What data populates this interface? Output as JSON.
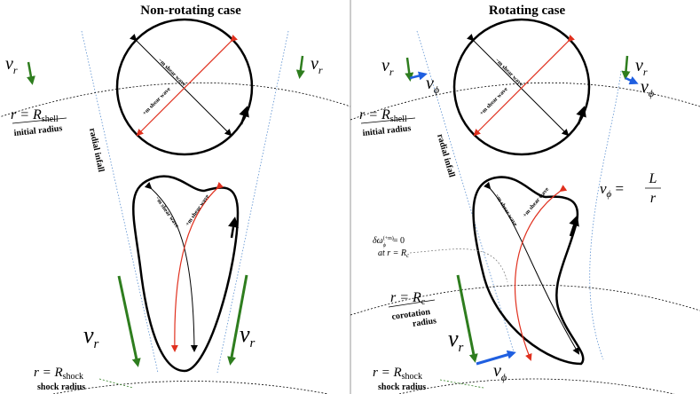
{
  "panels": [
    {
      "title": "Non-rotating case",
      "velocity_labels": [
        "v",
        "r"
      ],
      "shell_label": "r = R",
      "shell_sub": "shell",
      "initial_radius": "initial radius",
      "infall": "radial infall",
      "wave_minus": "−m shear wave",
      "wave_plus": "+m shear wave",
      "shock_label": "r = R",
      "shock_sub": "shock",
      "shock_radius": "shock radius"
    },
    {
      "title": "Rotating case",
      "velocity_r": "v",
      "velocity_phi": "v",
      "sub_r": "r",
      "sub_phi": "ϕ",
      "shell_label": "r = R",
      "shell_sub": "shell",
      "initial_radius": "initial radius",
      "infall": "radial infall",
      "wave_minus": "−m shear wave",
      "wave_plus": "+m shear wave",
      "omega_formula_num": "L",
      "omega_formula_den": "r",
      "corot_cond_1": "δω",
      "corot_cond_1_sup": "(+m)",
      "corot_cond_1_sub": "ϕ",
      "corot_cond_1_rhs": "= 0",
      "corot_cond_2": "at r = R",
      "corot_cond_2_sub": "c",
      "corot_label": "r = R",
      "corot_sub": "c",
      "corotation_radius": "corotation radius",
      "shock_label": "r = R",
      "shock_sub": "shock",
      "shock_radius": "shock radius"
    }
  ],
  "colors": {
    "green": "#2e7d1e",
    "blue": "#1f5fe0",
    "red": "#e0301e",
    "dotted_blue": "#5a8fd0",
    "divider": "#999999"
  }
}
